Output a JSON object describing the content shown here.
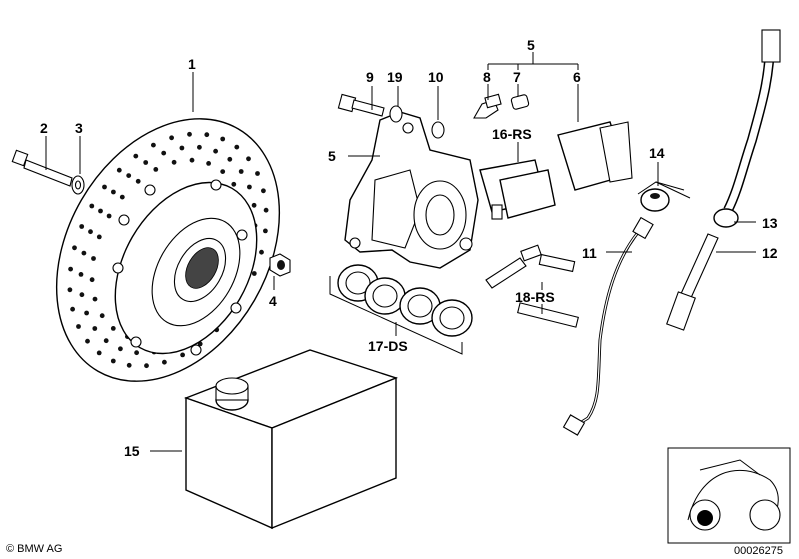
{
  "diagram": {
    "labels": {
      "p1": "1",
      "p2": "2",
      "p3": "3",
      "p4": "4",
      "p5_top": "5",
      "p5_side": "5",
      "p6": "6",
      "p7": "7",
      "p8": "8",
      "p9": "9",
      "p10": "10",
      "p11": "11",
      "p12": "12",
      "p13": "13",
      "p14": "14",
      "p15": "15",
      "p19": "19",
      "rs16": "16-RS",
      "ds17": "17-DS",
      "rs18": "18-RS"
    },
    "copyright": "© BMW AG",
    "part_number": "00026275"
  }
}
